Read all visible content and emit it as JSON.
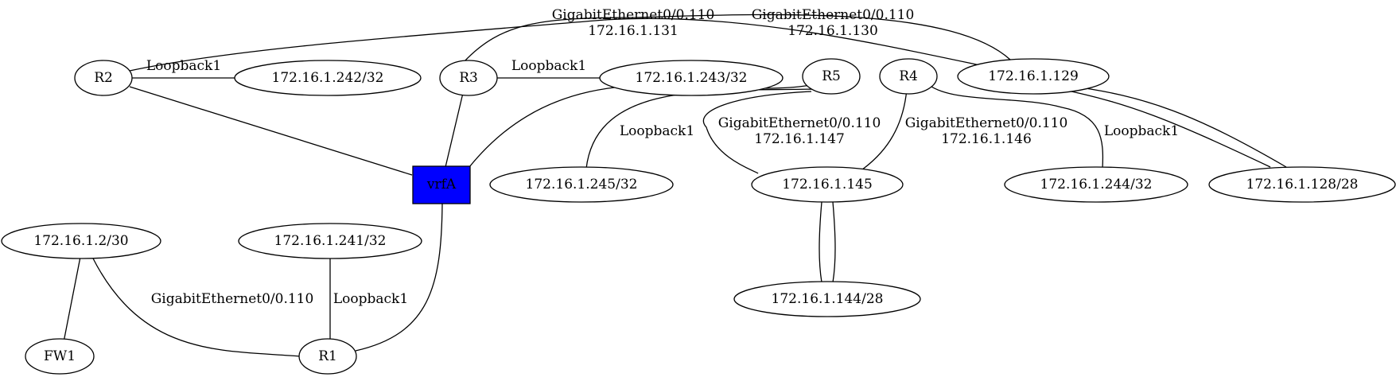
{
  "diagram": {
    "colors": {
      "vrf_fill": "#0000ff",
      "vrf_text": "#ffffff",
      "line": "#000000",
      "background": "#ffffff"
    },
    "nodes": {
      "r2": "R2",
      "r3": "R3",
      "r5": "R5",
      "r4": "R4",
      "r1": "R1",
      "fw1": "FW1",
      "vrfa": "vrfA",
      "n242": "172.16.1.242/32",
      "n243": "172.16.1.243/32",
      "n129": "172.16.1.129",
      "n245": "172.16.1.245/32",
      "n145": "172.16.1.145",
      "n244": "172.16.1.244/32",
      "n128": "172.16.1.128/28",
      "n2": "172.16.1.2/30",
      "n241": "172.16.1.241/32",
      "n144": "172.16.1.144/28"
    },
    "edge_labels": {
      "r2_loop": "Loopback1",
      "r3_loop": "Loopback1",
      "r5_loop": "Loopback1",
      "r4_loop": "Loopback1",
      "r1_loop": "Loopback1",
      "r3_gi_1": "GigabitEthernet0/0.110",
      "r3_gi_2": "172.16.1.131",
      "r2_gi_1": "GigabitEthernet0/0.110",
      "r2_gi_2": "172.16.1.130",
      "r5_gi_1": "GigabitEthernet0/0.110",
      "r5_gi_2": "172.16.1.147",
      "r4_gi_1": "GigabitEthernet0/0.110",
      "r4_gi_2": "172.16.1.146",
      "r1_gi": "GigabitEthernet0/0.110"
    }
  }
}
